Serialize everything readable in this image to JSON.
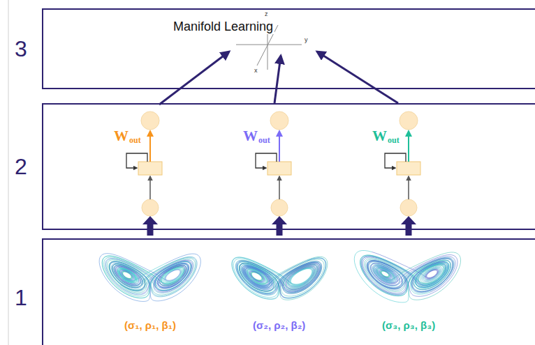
{
  "diagram": {
    "nodes": [
      {
        "text": [
          "3",
          "Manifold Learning"
        ]
      },
      {
        "text": [
          "2"
        ]
      },
      {
        "text": [
          "1"
        ]
      }
    ],
    "labels": [
      "z",
      "y",
      "x",
      "W",
      "out",
      "W",
      "out",
      "W",
      "out",
      "(σ₁, ρ₁, β₁)",
      "(σ₂, ρ₂, β₂)",
      "(σ₃, ρ₃, β₃)"
    ]
  }
}
